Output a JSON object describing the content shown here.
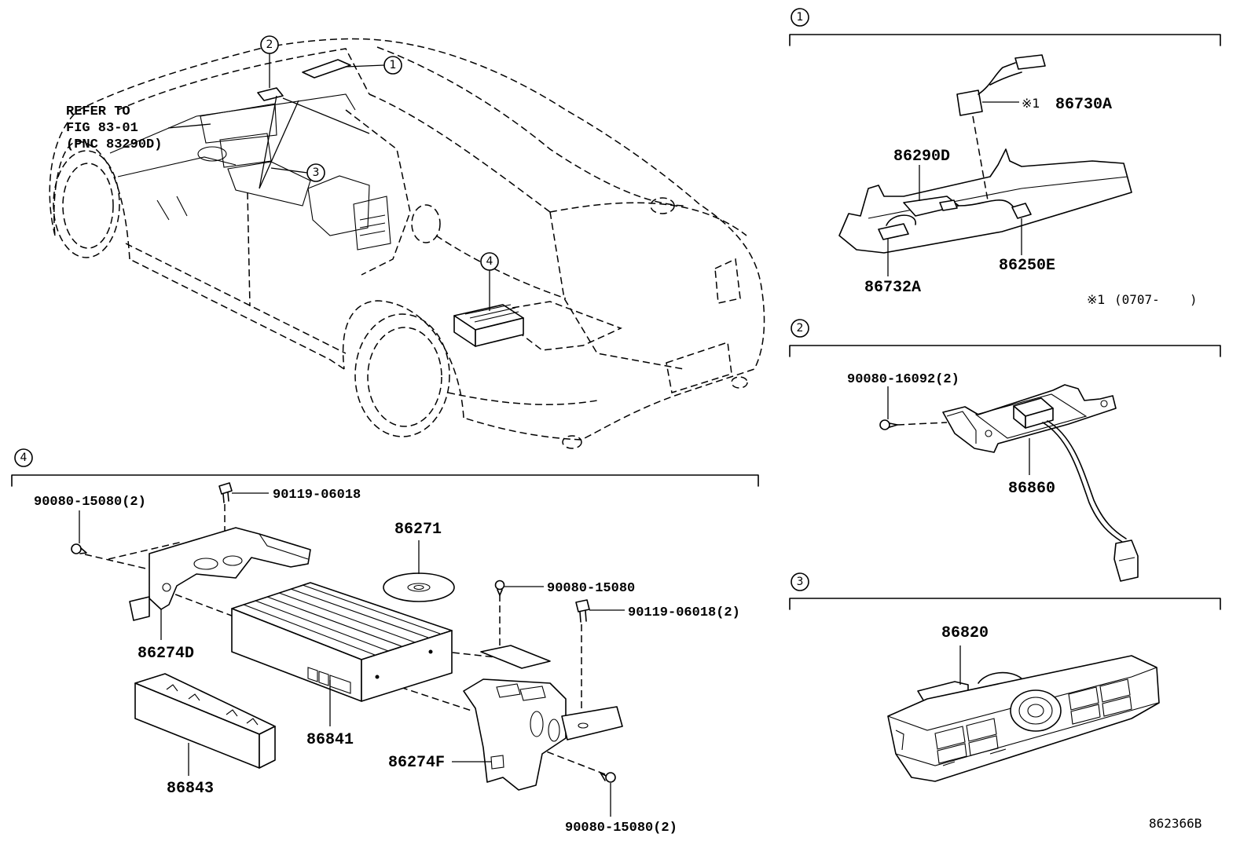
{
  "figure_id": "862366B",
  "overview": {
    "callouts": {
      "c1": "1",
      "c2": "2",
      "c3": "3",
      "c4": "4"
    },
    "note": {
      "line1": "REFER TO",
      "line2": "FIG 83-01",
      "line3": "(PNC 83290D)"
    }
  },
  "section1": {
    "marker": "1",
    "labels": {
      "antenna_mark": "※1",
      "antenna": "86730A",
      "module": "86290D",
      "sensor": "86250E",
      "microphone": "86732A"
    },
    "footnote": {
      "mark": "※1",
      "open": "(0707-",
      "close": ")"
    }
  },
  "section2": {
    "marker": "2",
    "labels": {
      "screw": "90080-16092(2)",
      "module": "86860"
    }
  },
  "section3": {
    "marker": "3",
    "labels": {
      "panel": "86820"
    }
  },
  "section4": {
    "marker": "4",
    "labels": {
      "bolt_top": "90119-06018",
      "screw_left": "90080-15080(2)",
      "disc": "86271",
      "screw_mid": "90080-15080",
      "bolt_right": "90119-06018(2)",
      "bracket_left": "86274D",
      "receiver": "86841",
      "bracket_right": "86274F",
      "cover": "86843",
      "screw_bottom": "90080-15080(2)"
    }
  }
}
